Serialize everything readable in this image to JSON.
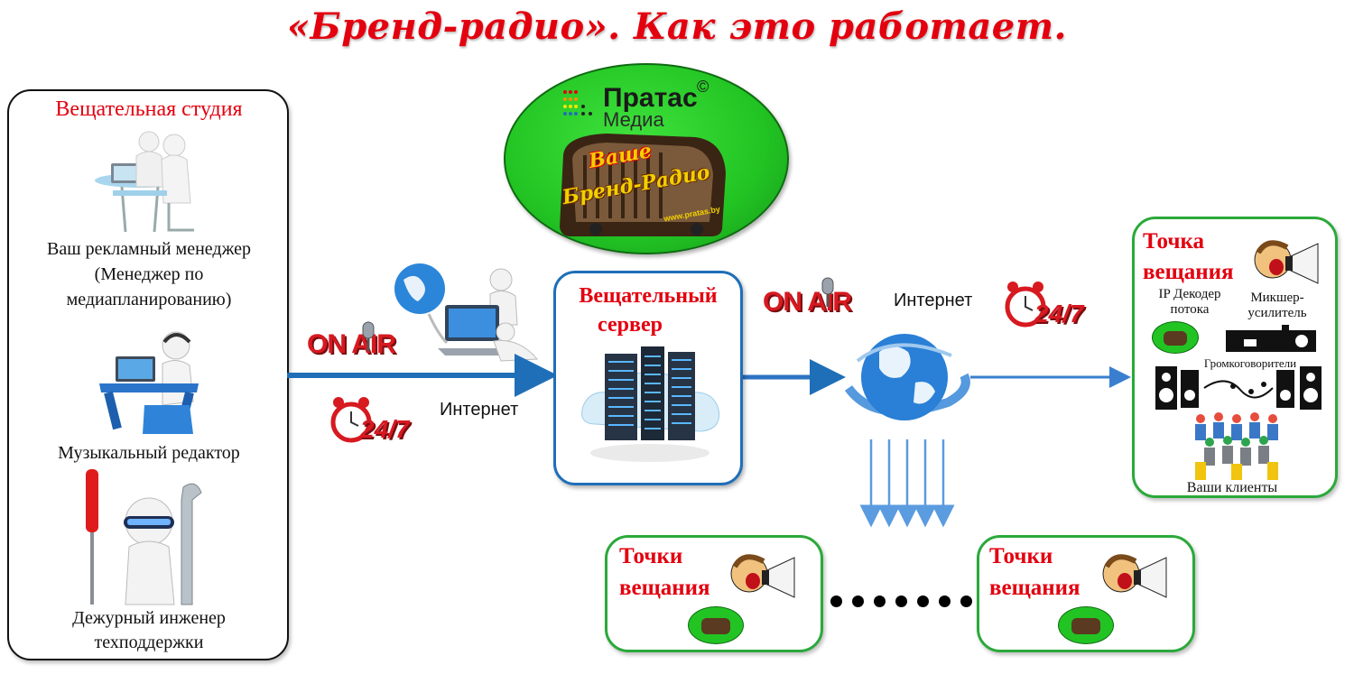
{
  "title": "«Бренд-радио». Как это работает.",
  "studio": {
    "heading": "Вещательная студия",
    "manager_line1": "Ваш рекламный менеджер",
    "manager_line2": "(Менеджер по",
    "manager_line3": "медиапланированию)",
    "editor": "Музыкальный редактор",
    "engineer_line1": "Дежурный инженер",
    "engineer_line2": "техподдержки"
  },
  "badges": {
    "on_air": "ON AIR",
    "clock": "24/7"
  },
  "internet_labels": [
    "Интернет",
    "Интернет"
  ],
  "logo": {
    "brand": "Пратас",
    "sub": "Медиа",
    "copyright": "©",
    "radio_line1": "Ваше",
    "radio_line2": "Бренд-Радио",
    "site": "www.pratas.by"
  },
  "server": {
    "line1": "Вещательный",
    "line2": "сервер"
  },
  "point": {
    "heading_line1": "Точка",
    "heading_line2": "вещания",
    "decoder_line1": "IP Декодер",
    "decoder_line2": "потока",
    "mixer_line1": "Микшер-",
    "mixer_line2": "усилитель",
    "speakers": "Громкоговорители",
    "clients": "Ваши клиенты"
  },
  "points": [
    {
      "line1": "Точки",
      "line2": "вещания"
    },
    {
      "line1": "Точки",
      "line2": "вещания"
    }
  ],
  "colors": {
    "accent_red": "#e3000f",
    "green": "#2aa93a",
    "blue": "#1f6fb8",
    "logo_green": "#22c423"
  }
}
